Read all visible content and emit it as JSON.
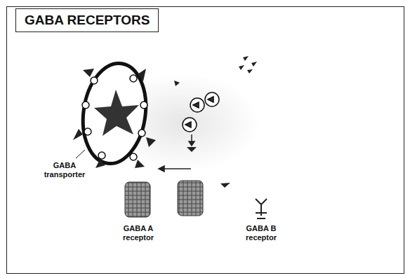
{
  "diagram": {
    "title": "GABA RECEPTORS",
    "labels": [
      "GABA transporter",
      "GABA A receptor",
      "GABA B receptor"
    ]
  }
}
